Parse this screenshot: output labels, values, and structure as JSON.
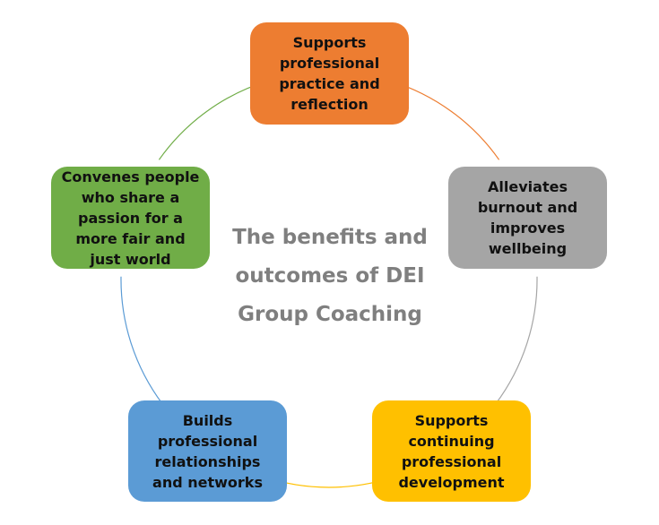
{
  "diagram": {
    "title": "The benefits and outcomes of DEI Group Coaching",
    "title_color": "#7f7f7f",
    "nodes": [
      {
        "label": "Supports professional practice and reflection",
        "color": "#ed7d31",
        "arc_color": "#ed7d31"
      },
      {
        "label": "Alleviates burnout and improves wellbeing",
        "color": "#a5a5a5",
        "arc_color": "#a5a5a5"
      },
      {
        "label": "Supports continuing professional development",
        "color": "#ffc000",
        "arc_color": "#ffc000"
      },
      {
        "label": "Builds professional relationships and networks",
        "color": "#5b9bd5",
        "arc_color": "#5b9bd5"
      },
      {
        "label": "Convenes people who share a passion for a more fair and just world",
        "color": "#70ad47",
        "arc_color": "#70ad47"
      }
    ]
  }
}
